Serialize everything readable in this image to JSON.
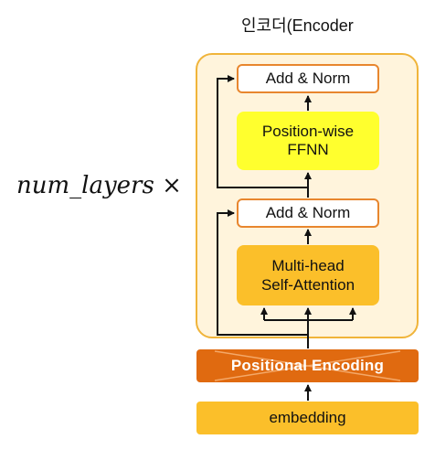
{
  "title": "인코더(Encoder",
  "multiplier": "num_layers ×",
  "blocks": {
    "add_norm_top": "Add & Norm",
    "ffnn_line1": "Position-wise",
    "ffnn_line2": "FFNN",
    "add_norm_bottom": "Add & Norm",
    "mha_line1": "Multi-head",
    "mha_line2": "Self-Attention",
    "positional_encoding": "Positional Encoding",
    "embedding": "embedding"
  },
  "colors": {
    "frame_fill": "#fff4dc",
    "frame_border": "#f0b43a",
    "norm_border": "#e8862e",
    "ffnn_fill": "#ffff2e",
    "mha_fill": "#fbbf2a",
    "pe_fill": "#e06a10",
    "embedding_fill": "#fbbf2a"
  }
}
